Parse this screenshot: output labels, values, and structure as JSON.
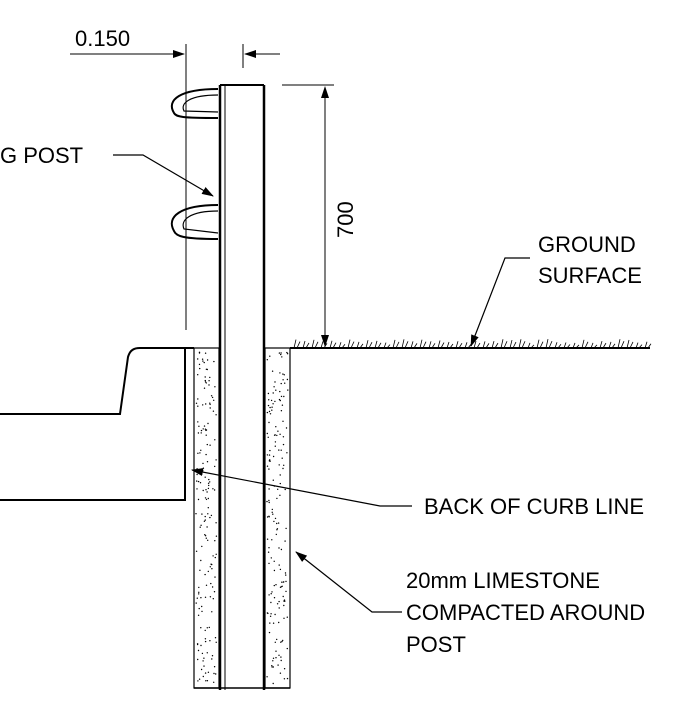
{
  "labels": {
    "dim_top": "0.150",
    "dim_height": "700",
    "post_label": "G POST",
    "ground_1": "GROUND",
    "ground_2": "SURFACE",
    "curb": "BACK OF CURB LINE",
    "lime_1": "20mm LIMESTONE",
    "lime_2": "COMPACTED AROUND",
    "lime_3": "POST"
  },
  "colors": {
    "line": "#000000",
    "background": "#ffffff"
  }
}
